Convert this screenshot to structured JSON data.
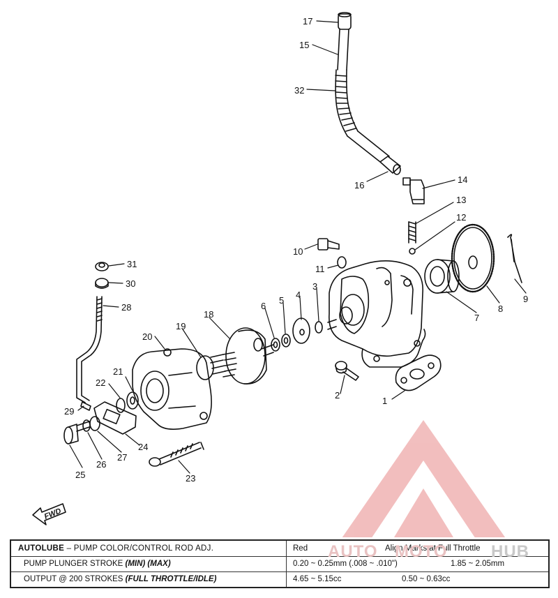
{
  "diagram": {
    "callouts": [
      "17",
      "15",
      "32",
      "16",
      "14",
      "13",
      "12",
      "10",
      "11",
      "31",
      "30",
      "28",
      "9",
      "8",
      "7",
      "6",
      "5",
      "4",
      "3",
      "18",
      "19",
      "20",
      "21",
      "22",
      "29",
      "2",
      "1",
      "24",
      "27",
      "26",
      "25",
      "23"
    ],
    "fwd_label": "FWD"
  },
  "watermark": {
    "text_prefix": "AUTO",
    "text_mid": "MOTO",
    "text_suffix": "HUB"
  },
  "table": {
    "row1": {
      "title": "AUTOLUBE",
      "subtitle": " – PUMP COLOR/CONTROL ROD ADJ.",
      "value_a": "Red",
      "value_b": "Align Marks at Full Throttle"
    },
    "row2": {
      "label": "PUMP PLUNGER STROKE ",
      "label_em": "(MIN) (MAX)",
      "value_a": "0.20 ~ 0.25mm (.008 ~ .010\")",
      "value_b": "1.85 ~ 2.05mm"
    },
    "row3": {
      "label": "OUTPUT @ 200 STROKES ",
      "label_em": "(FULL THROTTLE/IDLE)",
      "value_a": "4.65 ~ 5.15cc",
      "value_b": "0.50 ~ 0.63cc"
    }
  }
}
